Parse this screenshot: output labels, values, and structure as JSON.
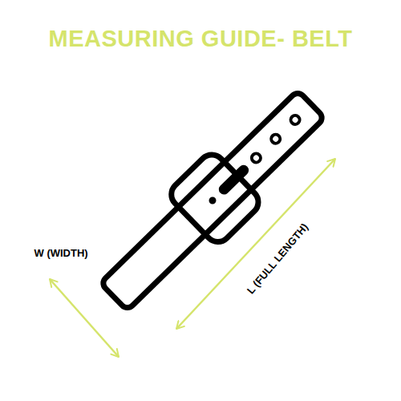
{
  "diagram": {
    "title": "MEASURING GUIDE- BELT",
    "labels": [
      "W (WIDTH)",
      "L (FULL LENGTH)"
    ]
  }
}
